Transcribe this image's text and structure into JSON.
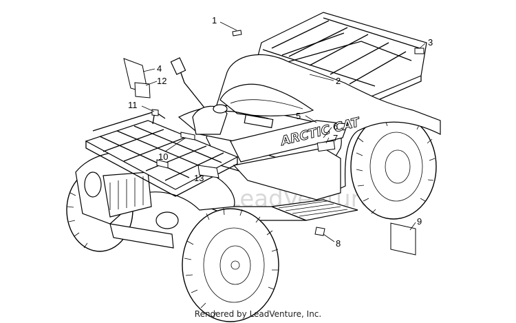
{
  "diagram": {
    "callouts": [
      {
        "id": "1",
        "text": "1"
      },
      {
        "id": "2",
        "text": "2"
      },
      {
        "id": "3",
        "text": "3"
      },
      {
        "id": "4",
        "text": "4"
      },
      {
        "id": "5",
        "text": "5"
      },
      {
        "id": "6",
        "text": "6"
      },
      {
        "id": "7",
        "text": "7"
      },
      {
        "id": "8",
        "text": "8"
      },
      {
        "id": "9",
        "text": "9"
      },
      {
        "id": "10",
        "text": "10"
      },
      {
        "id": "11",
        "text": "11"
      },
      {
        "id": "12",
        "text": "12"
      },
      {
        "id": "13",
        "text": "13"
      }
    ],
    "brand_decal": "ARCTIC CAT",
    "watermark": "LeadVenture"
  },
  "footer": {
    "credit": "Rendered by LeadVenture, Inc."
  }
}
